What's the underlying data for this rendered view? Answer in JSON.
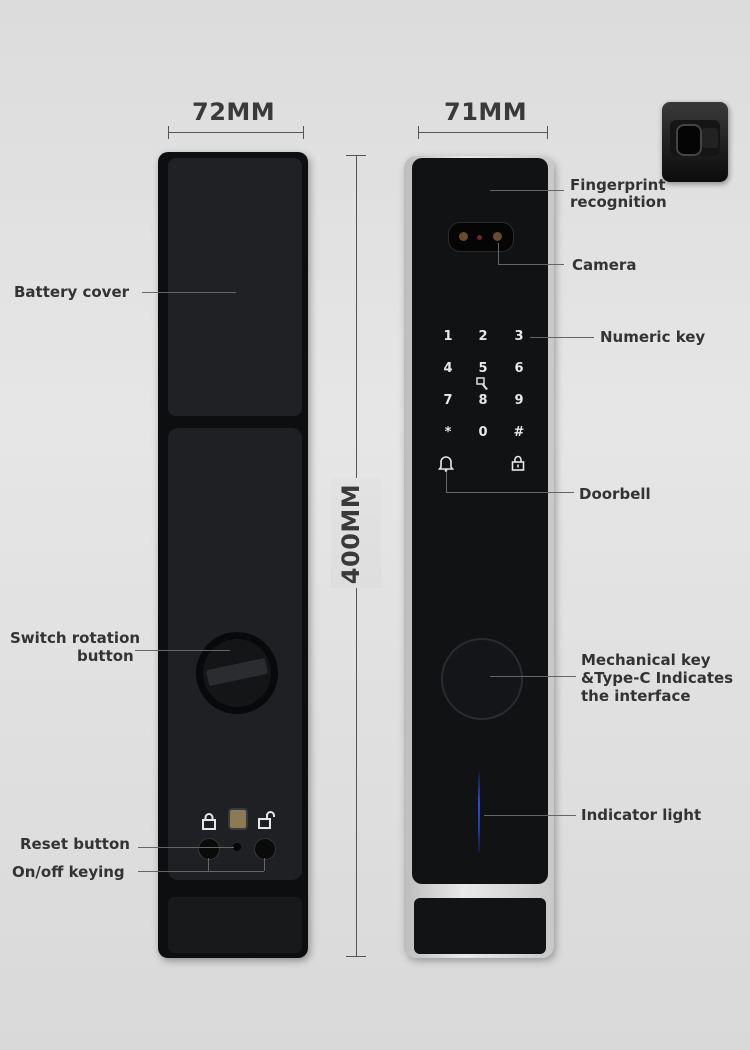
{
  "dimensions": {
    "width_left": "72MM",
    "width_right": "71MM",
    "height": "400MM"
  },
  "labels": {
    "battery_cover": "Battery cover",
    "switch_rotation_line1": "Switch rotation",
    "switch_rotation_line2": "button",
    "reset_button": "Reset button",
    "onoff_keying": "On/off keying",
    "fingerprint_line1": "Fingerprint",
    "fingerprint_line2": "recognition",
    "camera": "Camera",
    "numeric_key": "Numeric key",
    "doorbell": "Doorbell",
    "mech_line1": "Mechanical key",
    "mech_line2": "&Type-C Indicates",
    "mech_line3": "the interface",
    "indicator_light": "Indicator light"
  },
  "keypad": {
    "row1": [
      "1",
      "2",
      "3"
    ],
    "row2": [
      "4",
      "5",
      "6"
    ],
    "row3": [
      "7",
      "8",
      "9"
    ],
    "row4": [
      "*",
      "0",
      "#"
    ]
  },
  "colors": {
    "body": "#111214",
    "panel": "#1c1d20",
    "indicator": "#1e3fa8"
  }
}
